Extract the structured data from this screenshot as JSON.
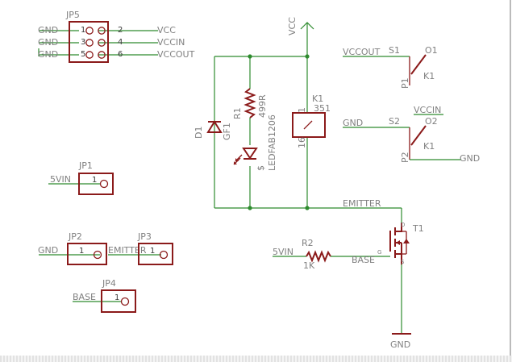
{
  "connectors": {
    "jp5": {
      "name": "JP5",
      "left_nets": [
        "GND",
        "GND",
        "GND"
      ],
      "left_pins": [
        "1",
        "3",
        "5"
      ],
      "right_pins": [
        "2",
        "4",
        "6"
      ],
      "right_nets": [
        "VCC",
        "VCCIN",
        "VCCOUT"
      ]
    },
    "jp1": {
      "name": "JP1",
      "pin": "1",
      "net": "5VIN"
    },
    "jp2": {
      "name": "JP2",
      "pin": "1",
      "net": "GND"
    },
    "jp3": {
      "name": "JP3",
      "pin": "1",
      "net": "EMITTER"
    },
    "jp4": {
      "name": "JP4",
      "pin": "1",
      "net": "BASE"
    }
  },
  "supply": {
    "label": "VCC"
  },
  "diode": {
    "name": "D1",
    "value": "GF1"
  },
  "resistor1": {
    "name": "R1",
    "value": "499R"
  },
  "led": {
    "name": "LEDFAB1206",
    "ref": "$"
  },
  "relay": {
    "name": "K1",
    "value": "351",
    "pin_top": "1",
    "pin_bottom": "16",
    "switch1": {
      "contact_s": "S1",
      "contact_o": "O1",
      "pin": "P1",
      "label": "K1",
      "net_in": "VCCOUT"
    },
    "switch2": {
      "contact_s": "S2",
      "contact_o": "O2",
      "pin": "P2",
      "label": "K1",
      "net_in": "GND",
      "net_top": "VCCIN",
      "net_out": "GND"
    }
  },
  "emitter_net": "EMITTER",
  "transistor": {
    "name": "T1",
    "pin_d": "D",
    "pin_g": "G",
    "pin_s": "S"
  },
  "resistor2": {
    "name": "R2",
    "value": "1K",
    "net_in": "5VIN",
    "net_out": "BASE"
  },
  "ground": {
    "label": "GND"
  }
}
